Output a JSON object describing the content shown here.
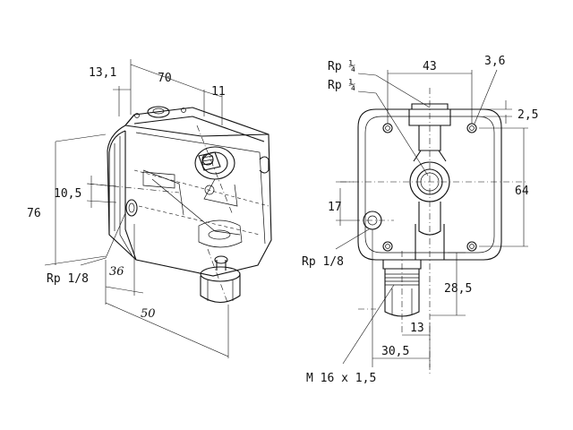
{
  "iso_view": {
    "dim_13_1": "13,1",
    "dim_70": "70",
    "dim_11": "11",
    "dim_10_5": "10,5",
    "dim_76": "76",
    "dim_rp18": "Rp 1/8",
    "dim_36": "36",
    "dim_50": "50"
  },
  "front_view": {
    "rp14_a": "Rp ¼",
    "rp14_b": "Rp ¼",
    "dim_43": "43",
    "dim_3_6": "3,6",
    "dim_2_5": "2,5",
    "dim_64": "64",
    "dim_17": "17",
    "rp18": "Rp 1/8",
    "dim_28_5": "28,5",
    "dim_13": "13",
    "dim_30_5": "30,5",
    "thread": "M 16 x 1,5"
  }
}
